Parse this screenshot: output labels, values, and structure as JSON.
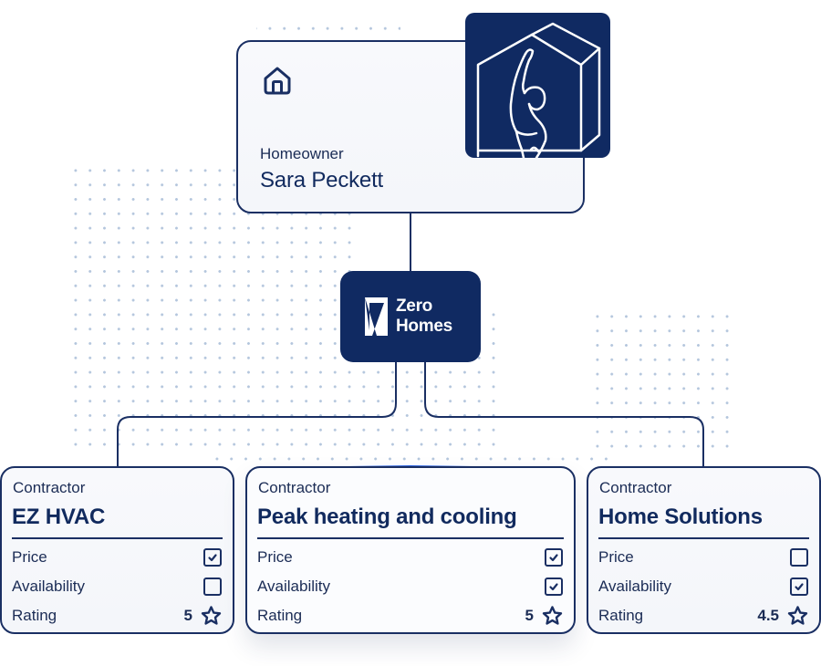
{
  "homeowner": {
    "icon": "home-icon",
    "role": "Homeowner",
    "name": "Sara Peckett",
    "illustration": "person-reaching-in-house-illustration"
  },
  "brand": {
    "logo_icon": "zero-homes-logo-icon",
    "line1": "Zero",
    "line2": "Homes"
  },
  "contractors": [
    {
      "role": "Contractor",
      "name": "EZ HVAC",
      "criteria": [
        {
          "label": "Price",
          "checked": true
        },
        {
          "label": "Availability",
          "checked": false
        }
      ],
      "rating_label": "Rating",
      "rating": "5",
      "rating_icon": "star-icon"
    },
    {
      "role": "Contractor",
      "name": "Peak heating and cooling",
      "criteria": [
        {
          "label": "Price",
          "checked": true
        },
        {
          "label": "Availability",
          "checked": true
        }
      ],
      "rating_label": "Rating",
      "rating": "5",
      "rating_icon": "star-icon"
    },
    {
      "role": "Contractor",
      "name": "Home Solutions",
      "criteria": [
        {
          "label": "Price",
          "checked": false
        },
        {
          "label": "Availability",
          "checked": true
        }
      ],
      "rating_label": "Rating",
      "rating": "4.5",
      "rating_icon": "star-icon"
    }
  ],
  "colors": {
    "navy": "#102a62",
    "border": "#1a2f63",
    "text": "#112a5e",
    "dots": "#b4c6dd",
    "highlight_line": "#2a62e0"
  }
}
